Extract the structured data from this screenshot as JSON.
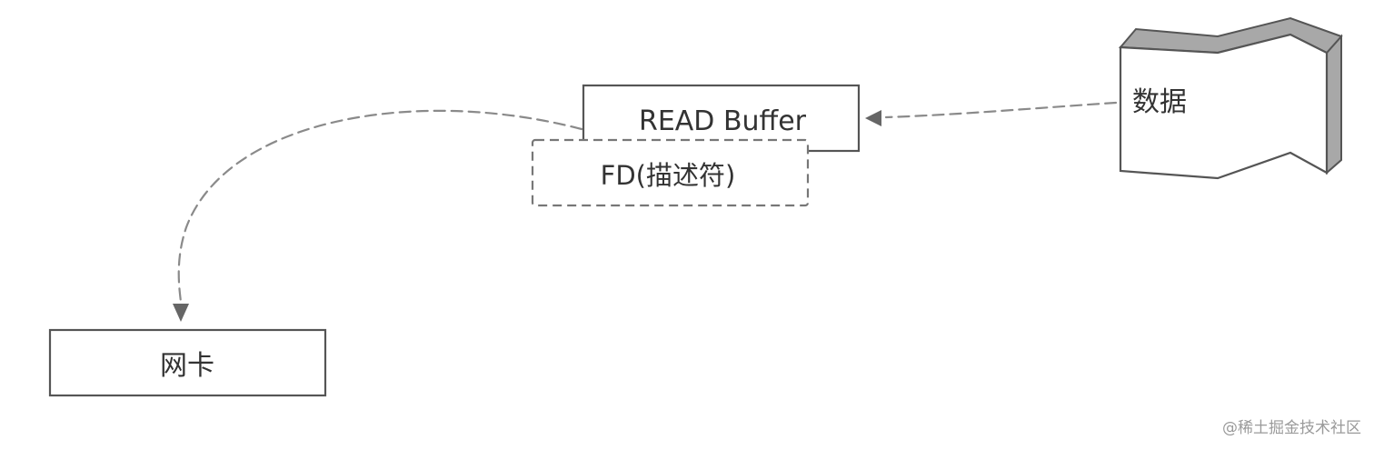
{
  "nodes": {
    "read_buffer": "READ Buffer",
    "fd": "FD(描述符)",
    "data": "数据",
    "nic": "网卡"
  },
  "watermark": "@稀土掘金技术社区",
  "colors": {
    "stroke": "#555555",
    "arrow": "#666666",
    "document_side": "#a8a8a8",
    "text": "#333333",
    "watermark": "#9a9a9a"
  }
}
